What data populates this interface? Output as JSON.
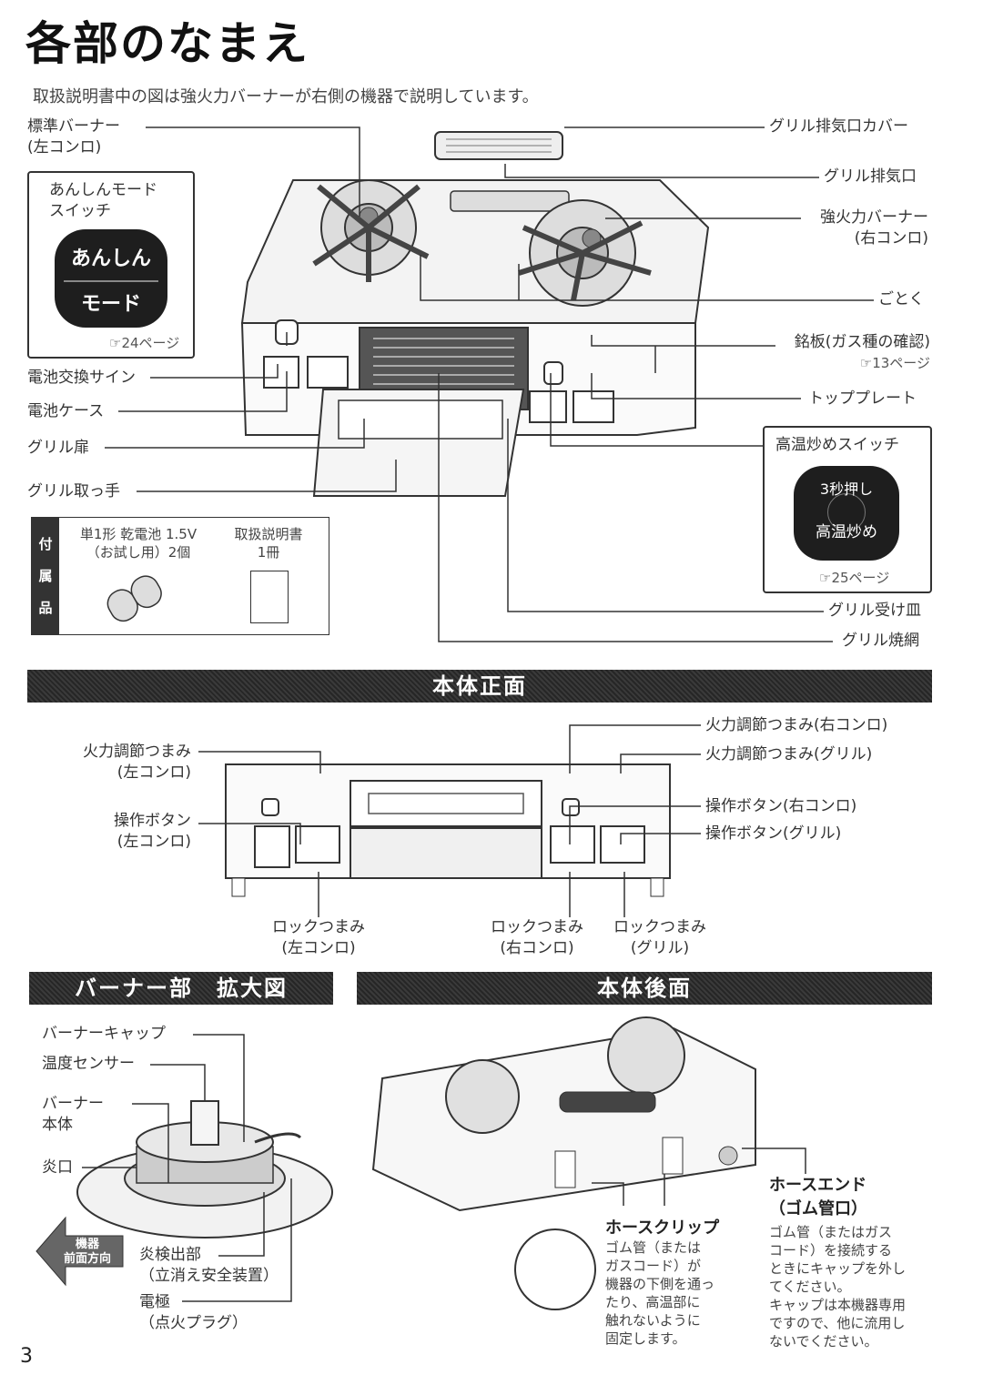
{
  "page_title": "各部のなまえ",
  "intro": "取扱説明書中の図は強火力バーナーが右側の機器で説明しています。",
  "top_labels": {
    "std_burner": "標準バーナー",
    "std_burner_sub": "(左コンロ)",
    "grill_vent_cover": "グリル排気口カバー",
    "grill_vent": "グリル排気口",
    "strong_burner": "強火力バーナー",
    "strong_burner_sub": "(右コンロ)",
    "gotoku": "ごとく",
    "nameplate": "銘板(ガス種の確認)",
    "nameplate_ref": "☞13ページ",
    "top_plate": "トッププレート",
    "battery_sign": "電池交換サイン",
    "battery_case": "電池ケース",
    "grill_door": "グリル扉",
    "grill_handle": "グリル取っ手",
    "grill_tray": "グリル受け皿",
    "grill_net": "グリル焼網"
  },
  "anshin": {
    "title1": "あんしんモード",
    "title2": "スイッチ",
    "btn_top": "あんしん",
    "btn_bottom": "モード",
    "ref": "☞24ページ"
  },
  "high_temp": {
    "title": "高温炒めスイッチ",
    "btn_top": "3秒押し",
    "btn_bottom": "高温炒め",
    "ref": "☞25ページ"
  },
  "accessories": {
    "side": [
      "付",
      "属",
      "品"
    ],
    "battery_line1": "単1形 乾電池 1.5V",
    "battery_line2": "（お試し用）2個",
    "manual_line1": "取扱説明書",
    "manual_line2": "1冊"
  },
  "front": {
    "header": "本体正面",
    "knob_left": "火力調節つまみ",
    "knob_left_sub": "(左コンロ)",
    "knob_right": "火力調節つまみ(右コンロ)",
    "knob_grill": "火力調節つまみ(グリル)",
    "btn_left": "操作ボタン",
    "btn_left_sub": "(左コンロ)",
    "btn_right": "操作ボタン(右コンロ)",
    "btn_grill": "操作ボタン(グリル)",
    "lock": "ロックつまみ",
    "lock_left_sub": "(左コンロ)",
    "lock_right_sub": "(右コンロ)",
    "lock_grill_sub": "(グリル)"
  },
  "burner": {
    "header": "バーナー部　拡大図",
    "cap": "バーナーキャップ",
    "sensor": "温度センサー",
    "body1": "バーナー",
    "body2": "本体",
    "port": "炎口",
    "detector1": "炎検出部",
    "detector2": "（立消え安全装置）",
    "electrode1": "電極",
    "electrode2": "（点火プラグ）",
    "direction1": "機器",
    "direction2": "前面方向"
  },
  "back": {
    "header": "本体後面",
    "clip_title": "ホースクリップ",
    "clip_text": [
      "ゴム管（または",
      "ガスコード）が",
      "機器の下側を通っ",
      "たり、高温部に",
      "触れないように",
      "固定します。"
    ],
    "hose_title1": "ホースエンド",
    "hose_title2": "（ゴム管口）",
    "hose_text": [
      "ゴム管（またはガス",
      "コード）を接続する",
      "ときにキャップを外し",
      "てください。",
      "キャップは本機器専用",
      "ですので、他に流用し",
      "ないでください。"
    ]
  },
  "page_number": "3"
}
